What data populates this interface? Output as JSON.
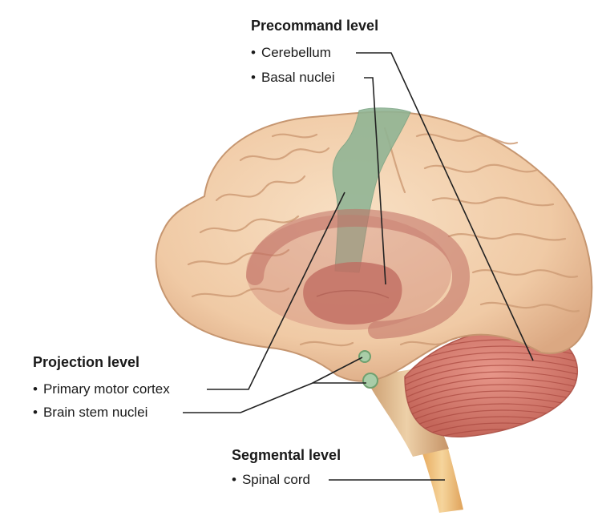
{
  "levels": {
    "precommand": {
      "heading": "Precommand level",
      "items": [
        "Cerebellum",
        "Basal nuclei"
      ]
    },
    "projection": {
      "heading": "Projection level",
      "items": [
        "Primary motor cortex",
        "Brain stem nuclei"
      ]
    },
    "segmental": {
      "heading": "Segmental level",
      "items": [
        "Spinal cord"
      ]
    }
  },
  "colors": {
    "cortex": "#f2cfae",
    "cortex_shade": "#d9a980",
    "motor_cortex": "#8fb494",
    "basal_nuclei": "#c9786e",
    "cerebellum": "#d98578",
    "spinal_cord": "#e8bf86",
    "leader_line": "#222222"
  }
}
